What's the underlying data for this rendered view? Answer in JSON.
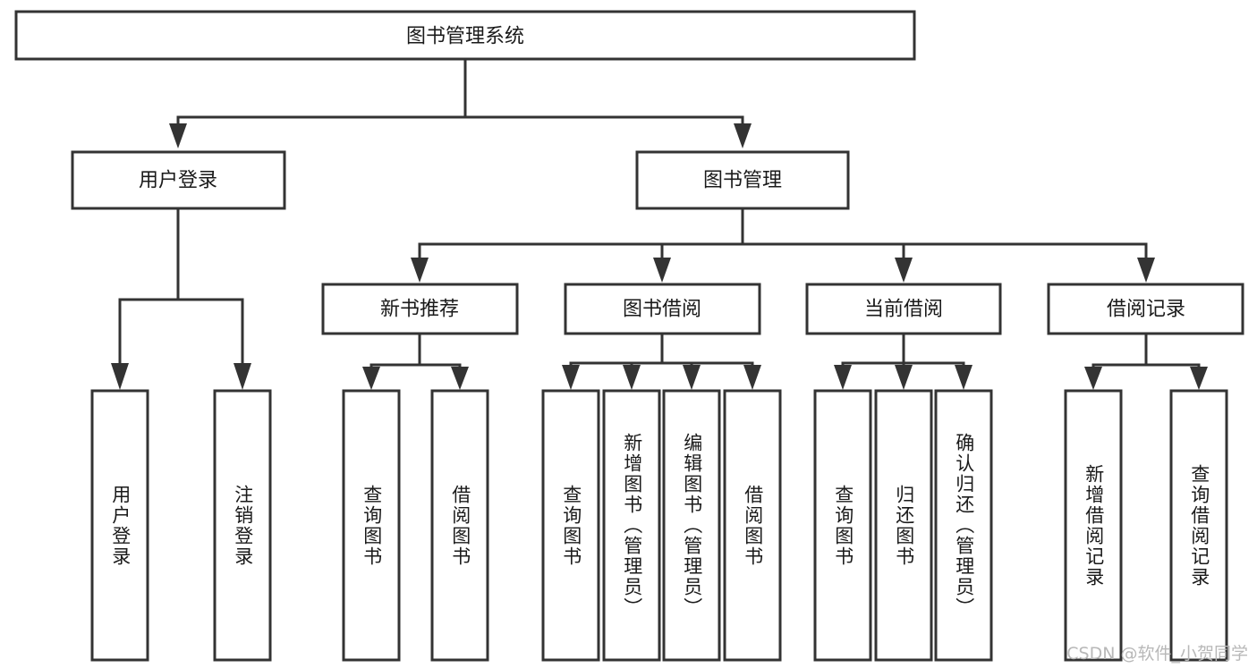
{
  "diagram": {
    "title": "图书管理系统",
    "type": "tree-hierarchy",
    "watermark": "CSDN @软件_小贺同学",
    "colors": {
      "stroke": "#333333",
      "box_fill": "#ffffff",
      "text": "#1a1a1a",
      "background": "#ffffff",
      "watermark": "#b8b8b8"
    },
    "root": {
      "label": "图书管理系统"
    },
    "level2": [
      {
        "label": "用户登录"
      },
      {
        "label": "图书管理"
      }
    ],
    "level3": [
      {
        "label": "新书推荐"
      },
      {
        "label": "图书借阅"
      },
      {
        "label": "当前借阅"
      },
      {
        "label": "借阅记录"
      }
    ],
    "leaves": {
      "user_login": [
        {
          "label": "用户登录"
        },
        {
          "label": "注销登录"
        }
      ],
      "new_book_recommend": [
        {
          "label": "查询图书"
        },
        {
          "label": "借阅图书"
        }
      ],
      "book_borrow": [
        {
          "label": "查询图书"
        },
        {
          "label": "新增图书（管理员）"
        },
        {
          "label": "编辑图书（管理员）"
        },
        {
          "label": "借阅图书"
        }
      ],
      "current_borrow": [
        {
          "label": "查询图书"
        },
        {
          "label": "归还图书"
        },
        {
          "label": "确认归还（管理员）"
        }
      ],
      "borrow_record": [
        {
          "label": "新增借阅记录"
        },
        {
          "label": "查询借阅记录"
        }
      ]
    }
  }
}
